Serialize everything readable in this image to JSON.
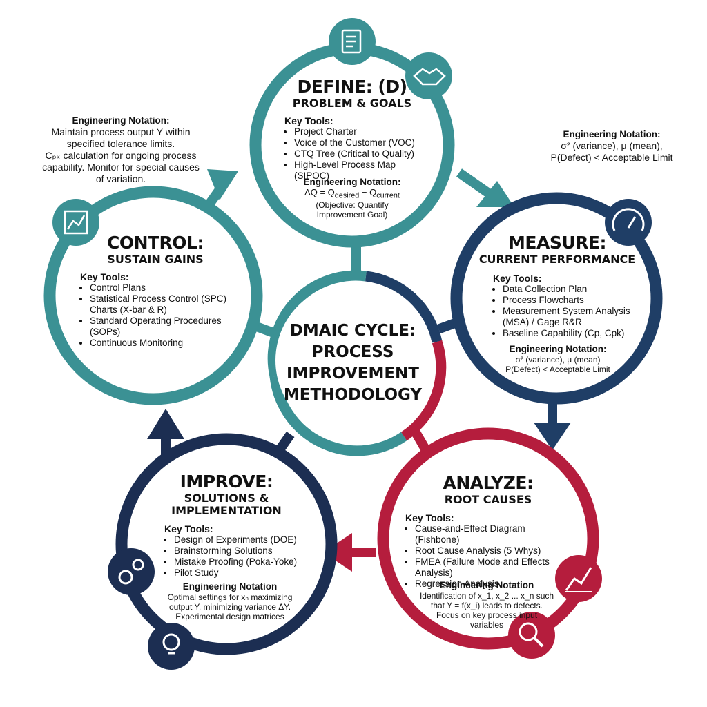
{
  "colors": {
    "teal": "#3b9194",
    "navy": "#1f3e66",
    "crimson": "#b51d3d",
    "dark_navy": "#1c2e52"
  },
  "center": {
    "lines": [
      "DMAIC CYCLE:",
      "PROCESS",
      "IMPROVEMENT",
      "METHODOLOGY"
    ]
  },
  "define": {
    "title": "DEFINE: (D)",
    "subtitle": "PROBLEM & GOALS",
    "tools_label": "Key Tools:",
    "tools": [
      "Project Charter",
      "Voice of the Customer (VOC)",
      "CTQ Tree (Critical to Quality)",
      "High-Level Process Map (SIPOC)"
    ],
    "eng_label": "Engineering Notation:",
    "eng_formula": "ΔQ = Q",
    "eng_sub1": "desired",
    "eng_minus": " − Q",
    "eng_sub2": "current",
    "eng_text": "(Objective: Quantify Improvement Goal)",
    "icons": [
      "checklist-icon",
      "handshake-icon"
    ]
  },
  "measure": {
    "title": "MEASURE:",
    "subtitle": "CURRENT PERFORMANCE",
    "tools_label": "Key Tools:",
    "tools": [
      "Data Collection Plan",
      "Process Flowcharts",
      "Measurement System Analysis (MSA) / Gage R&R",
      "Baseline Capability (Cp, Cpk)"
    ],
    "eng_label": "Engineering Notation:",
    "eng_lines": [
      "σ² (variance), μ (mean)",
      "P(Defect) < Acceptable Limit"
    ],
    "icons": [
      "gauge-icon"
    ]
  },
  "analyze": {
    "title": "ANALYZE:",
    "subtitle": "ROOT CAUSES",
    "tools_label": "Key Tools:",
    "tools": [
      "Cause-and-Effect Diagram (Fishbone)",
      "Root Cause Analysis (5 Whys)",
      "FMEA (Failure Mode and Effects Analysis)",
      "Regression Analysis"
    ],
    "eng_label": "Engineering Notation",
    "eng_lines": [
      "Identification of x_1, x_2 ... x_n such",
      "that Y = f(x_i) leads to defects.",
      "Focus on key process input",
      "variables"
    ],
    "icons": [
      "trend-chart-icon",
      "magnifier-icon"
    ]
  },
  "improve": {
    "title": "IMPROVE:",
    "subtitle_lines": [
      "SOLUTIONS &",
      "IMPLEMENTATION"
    ],
    "tools_label": "Key Tools:",
    "tools": [
      "Design of Experiments (DOE)",
      "Brainstorming Solutions",
      "Mistake Proofing (Poka-Yoke)",
      "Pilot Study"
    ],
    "eng_label": "Engineering Notation",
    "eng_lines": [
      "Optimal settings for xₙ maximizing",
      "output Y, minimizing variance ΔY.",
      "Experimental design matrices"
    ],
    "icons": [
      "gears-icon",
      "lightbulb-icon"
    ]
  },
  "control": {
    "title": "CONTROL:",
    "subtitle": "SUSTAIN GAINS",
    "tools_label": "Key Tools:",
    "tools": [
      "Control Plans",
      "Statistical Process Control (SPC) Charts (X-bar & R)",
      "Standard Operating Procedures (SOPs)",
      "Continuous Monitoring"
    ],
    "icons": [
      "control-chart-icon"
    ]
  },
  "left_note": {
    "label": "Engineering Notation:",
    "lines": [
      "Maintain process output Y within",
      "specified tolerance limits.",
      "Cₚₖ calculation for ongoing process",
      "capability. Monitor for special causes",
      "of variation."
    ]
  },
  "right_note": {
    "label": "Engineering Notation:",
    "lines": [
      "σ² (variance), μ (mean),",
      "P(Defect) < Acceptable Limit"
    ]
  }
}
